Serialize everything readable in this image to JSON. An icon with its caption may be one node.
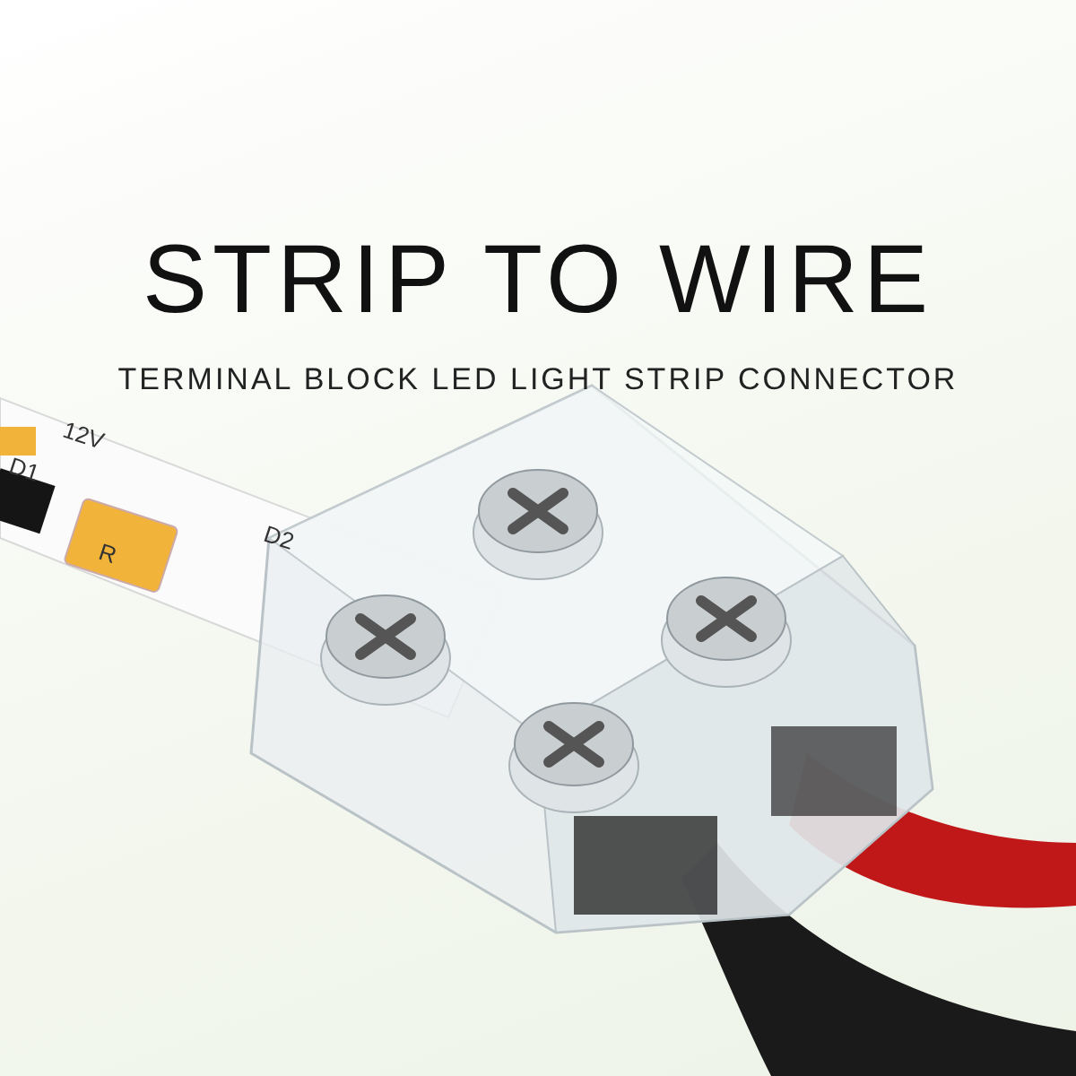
{
  "diagram": {
    "title": "STRIP TO WIRE",
    "labels": [
      "TERMINAL BLOCK LED LIGHT STRIP CONNECTOR",
      "12V",
      "D1",
      "R",
      "D2"
    ]
  }
}
